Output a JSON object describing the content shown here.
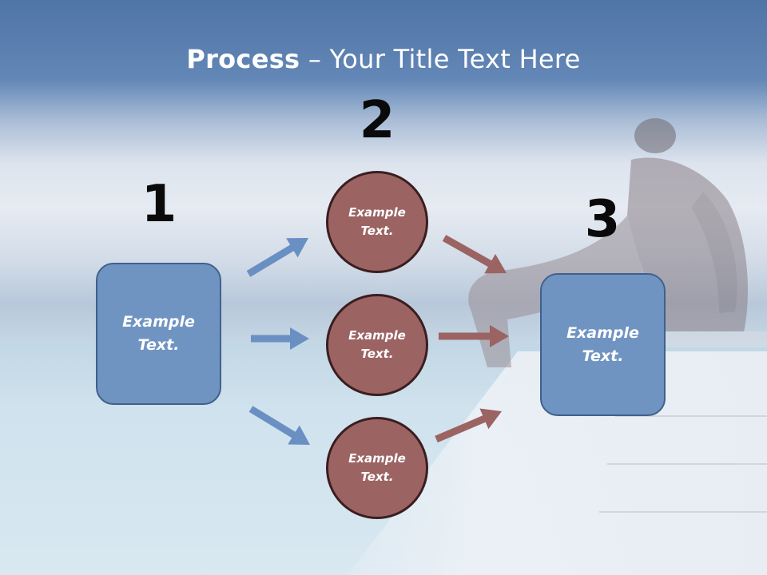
{
  "title": {
    "bold": "Process",
    "rest": " – Your Title Text Here"
  },
  "steps": [
    {
      "number": "1",
      "text": "Example Text."
    },
    {
      "number": "2",
      "items": [
        "Example Text.",
        "Example Text.",
        "Example Text."
      ]
    },
    {
      "number": "3",
      "text": "Example Text."
    }
  ],
  "colors": {
    "box_fill": "#7094c2",
    "box_border": "#41608c",
    "circle_fill": "#9c6363",
    "circle_border": "#3a1e20",
    "arrow_blue": "#6a8fc2",
    "arrow_red": "#9c6363"
  }
}
